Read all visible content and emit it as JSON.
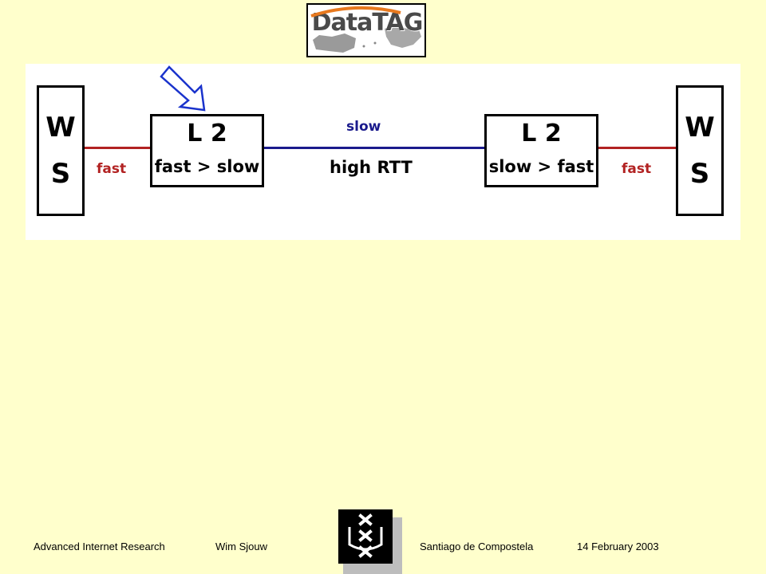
{
  "logo": {
    "text": "DataTAG"
  },
  "diagram": {
    "left_ws": {
      "line1": "W",
      "line2": "S"
    },
    "right_ws": {
      "line1": "W",
      "line2": "S"
    },
    "left_l2": {
      "title": "L 2",
      "subtitle": "fast > slow"
    },
    "right_l2": {
      "title": "L 2",
      "subtitle": "slow > fast"
    },
    "left_link_label": "fast",
    "right_link_label": "fast",
    "middle_link_top": "slow",
    "middle_link_bottom": "high RTT",
    "colors": {
      "fast_link": "#b22222",
      "slow_link": "#1a1a8c",
      "arrow": "#1a33cc"
    }
  },
  "footer": {
    "org": "Advanced Internet Research",
    "author": "Wim Sjouw",
    "location": "Santiago de Compostela",
    "date": "14 February 2003"
  }
}
